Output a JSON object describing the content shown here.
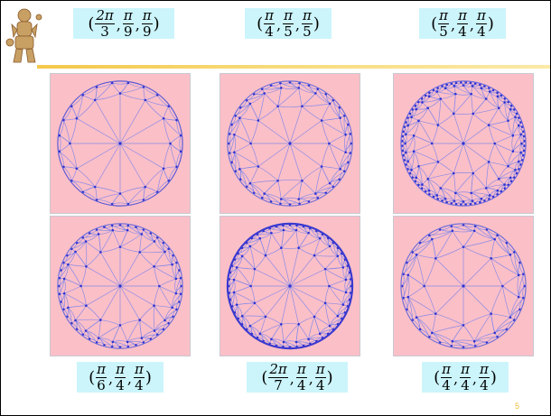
{
  "tilings": [
    {
      "angles": [
        {
          "num": "2π",
          "den": "3"
        },
        {
          "num": "π",
          "den": "9"
        },
        {
          "num": "π",
          "den": "9"
        }
      ],
      "n": 12,
      "rings": 2,
      "rim": "#5a5ad6"
    },
    {
      "angles": [
        {
          "num": "π",
          "den": "4"
        },
        {
          "num": "π",
          "den": "5"
        },
        {
          "num": "π",
          "den": "5"
        }
      ],
      "n": 10,
      "rings": 3,
      "rim": "#7070d8"
    },
    {
      "angles": [
        {
          "num": "π",
          "den": "5"
        },
        {
          "num": "π",
          "den": "4"
        },
        {
          "num": "π",
          "den": "4"
        }
      ],
      "n": 10,
      "rings": 4,
      "rim": "#6666dd"
    },
    {
      "angles": [
        {
          "num": "π",
          "den": "6"
        },
        {
          "num": "π",
          "den": "4"
        },
        {
          "num": "π",
          "den": "4"
        }
      ],
      "n": 12,
      "rings": 3,
      "rim": "#7070d8"
    },
    {
      "angles": [
        {
          "num": "2π",
          "den": "7"
        },
        {
          "num": "π",
          "den": "4"
        },
        {
          "num": "π",
          "den": "4"
        }
      ],
      "n": 14,
      "rings": 3,
      "rim": "#3a3ad0"
    },
    {
      "angles": [
        {
          "num": "π",
          "den": "4"
        },
        {
          "num": "π",
          "den": "4"
        },
        {
          "num": "π",
          "den": "4"
        }
      ],
      "n": 8,
      "rings": 3,
      "rim": "#7070d8"
    }
  ],
  "page_number": "5",
  "colors": {
    "line": "#8a8ae6",
    "dot": "#3030d0",
    "panel_bg": "#fbbfc8",
    "caption_bg": "#ccf5fb"
  }
}
